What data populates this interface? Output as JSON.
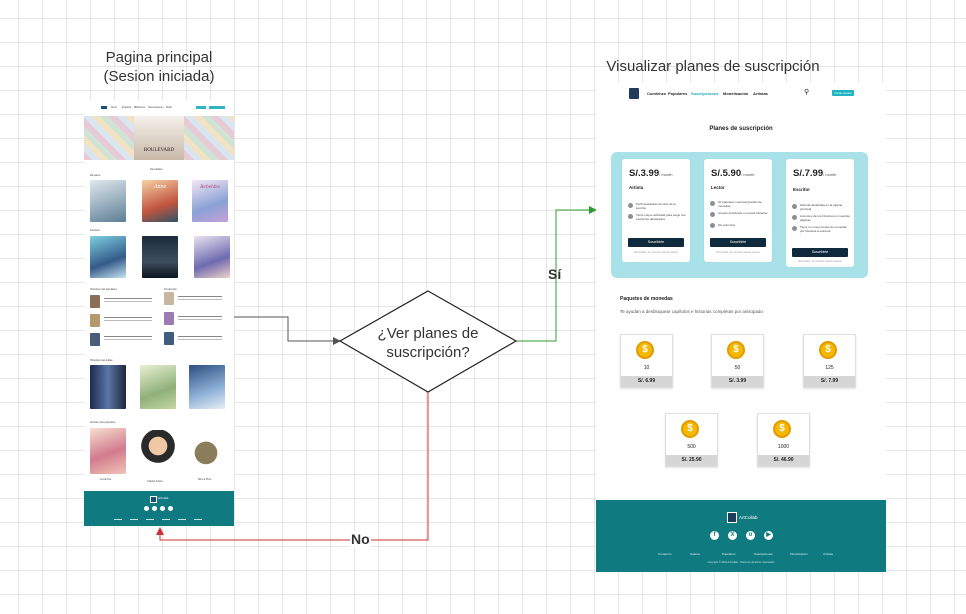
{
  "labels": {
    "page1_title_line1": "Pagina principal",
    "page1_title_line2": "(Sesion iniciada)",
    "page2_title": "Visualizar planes de suscripción"
  },
  "decision": {
    "line1": "¿Ver planes de",
    "line2": "suscripción?",
    "yes_label": "Sí",
    "no_label": "No"
  },
  "colors": {
    "yes_arrow": "#2e9e2e",
    "no_arrow": "#cc3333",
    "neutral_arrow": "#555555",
    "brand_teal": "#0f7a7f",
    "plans_panel": "#a8e2e8"
  },
  "page2": {
    "nav": {
      "items": [
        "Comienzo",
        "Populares",
        "Suscripciones",
        "Monetización",
        "Artistas"
      ],
      "active": "Suscripciones",
      "button": "Iniciar sesión"
    },
    "heading": "Planes de suscripción",
    "plans": [
      {
        "price": "S/.3.99",
        "period": "/ month",
        "name": "Artista",
        "features": [
          "Perfil destacado al inicio de la sección",
          "Tiene mayor actividad para elegir sus escritores destacados"
        ],
        "button": "Suscribirte",
        "note": "Renovable. Se cancela cuando quieras"
      },
      {
        "price": "S/.5.90",
        "period": "/ month",
        "name": "Lector",
        "features": [
          "20 paquetes mensual gratuito de monedas",
          "Acceso anticipado a nuevas historias",
          "Sin anuncios"
        ],
        "button": "Suscribirte",
        "note": "Renovable. Se cancela cuando quieras"
      },
      {
        "price": "S/.7.99",
        "period": "/ month",
        "name": "Escritor",
        "features": [
          "Historia destacada en la página principal",
          "Anuncios de tus historias en nuestras páginas",
          "Tiene un nuevo bonus de monedas por historias a estrenar"
        ],
        "button": "Suscribirte",
        "note": "Renovable. Se cancela cuando quieras"
      }
    ],
    "coins_heading": "Paquetes de monedas",
    "coins_sub": "Te ayudan a desbloquear capítulos e historias completas por anticipado",
    "packs": [
      {
        "qty": "10",
        "price": "S/. 6.99"
      },
      {
        "qty": "50",
        "price": "S/. 3.99"
      },
      {
        "qty": "125",
        "price": "S/. 7.99"
      },
      {
        "qty": "500",
        "price": "S/. 25.90"
      },
      {
        "qty": "1000",
        "price": "S/. 46.90"
      }
    ],
    "footer": {
      "brand": "ArtCollab",
      "links": [
        "Comienzo",
        "Galería",
        "Populares",
        "Suscripciones",
        "Monetización",
        "Artistas"
      ],
      "copyright": "Copyright © 2024 ArtCollab · Todos los derechos reservados"
    }
  },
  "page1": {
    "nav_items": [
      "Inicio",
      "Explorar",
      "Biblioteca",
      "Suscripciones",
      "Perfil"
    ],
    "sections": [
      "Novedades",
      "Romance",
      "Fantasía",
      "Historias más populares",
      "Tendencias",
      "Historias más leídas",
      "Artistas más populares"
    ],
    "cover_titles": [
      "BOULEVARD",
      "Anne",
      "Rebeldes"
    ],
    "artists": [
      "Lucía Arte",
      "Gabriel Ilustra",
      "Miro & Pixel"
    ],
    "footer_brand": "ArtCollab"
  }
}
